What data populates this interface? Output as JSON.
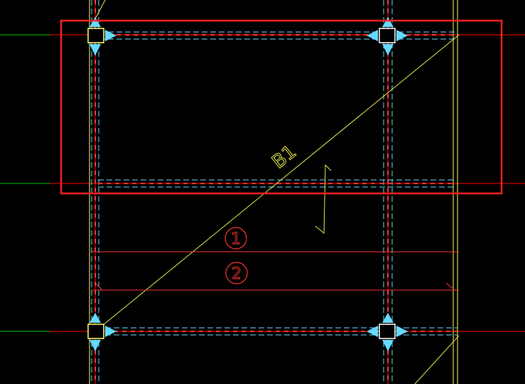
{
  "app": {
    "window_title": ""
  },
  "drawing": {
    "background_color": "#000000",
    "colors": {
      "axis_line": "#ff0000",
      "axis_extension": "#00c800",
      "beam_outline": "#66d9ff",
      "beam_center": "#ff3333",
      "column_outline": "#ffff66",
      "slab_diagonal": "#e6e64d",
      "selection_box": "#ff2020",
      "grip": "#66d9ff",
      "grid_bubble": "#ff3333",
      "slab_label": "#e6e64d",
      "rebar_marker": "#e6e64d",
      "boundary_line": "#ffff66"
    },
    "labels": {
      "slab_name": "B1",
      "grid_bubble_1": "1",
      "grid_bubble_2": "2"
    },
    "selection": {
      "active": true
    },
    "icons": {
      "grip": "blue-triangle-grip-icon",
      "column": "square-column-icon"
    }
  }
}
